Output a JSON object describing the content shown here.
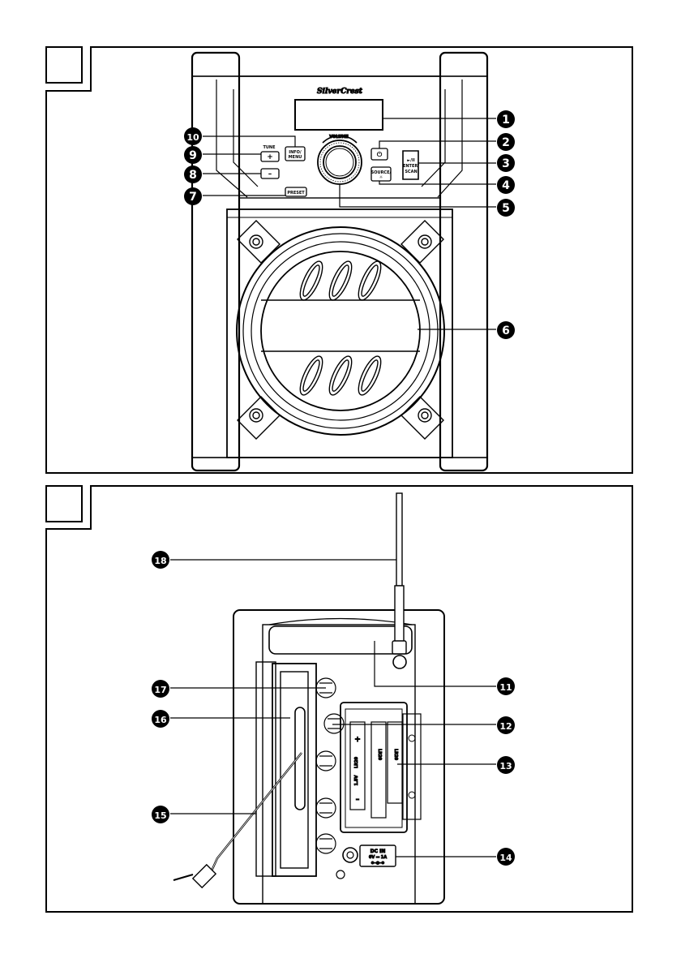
{
  "brand": "SilverCrest",
  "front_controls": {
    "tune": "TUNE",
    "volume": "VOLUME",
    "plus": "+",
    "minus": "–",
    "info_line1": "INFO/",
    "info_line2": "MENU",
    "preset": "PRESET",
    "power": "⏻",
    "source_line1": "SOURCE/",
    "source_line2": "☼",
    "play_line1": "►/II",
    "play_line2": "ENTER/",
    "play_line3": "SCAN"
  },
  "back_labels": {
    "dcin_line1": "DC IN",
    "dcin_line2": "6V ⎓ 1A",
    "dcin_line3": "⊖-●-⊕",
    "battery_label": "LR20",
    "battery_size": "1.5V",
    "plus": "+",
    "minus": "–"
  },
  "callouts": [
    {
      "num": "1"
    },
    {
      "num": "2"
    },
    {
      "num": "3"
    },
    {
      "num": "4"
    },
    {
      "num": "5"
    },
    {
      "num": "6"
    },
    {
      "num": "7"
    },
    {
      "num": "8"
    },
    {
      "num": "9"
    },
    {
      "num": "10"
    },
    {
      "num": "11"
    },
    {
      "num": "12"
    },
    {
      "num": "13"
    },
    {
      "num": "14"
    },
    {
      "num": "15"
    },
    {
      "num": "16"
    },
    {
      "num": "17"
    },
    {
      "num": "18"
    }
  ]
}
